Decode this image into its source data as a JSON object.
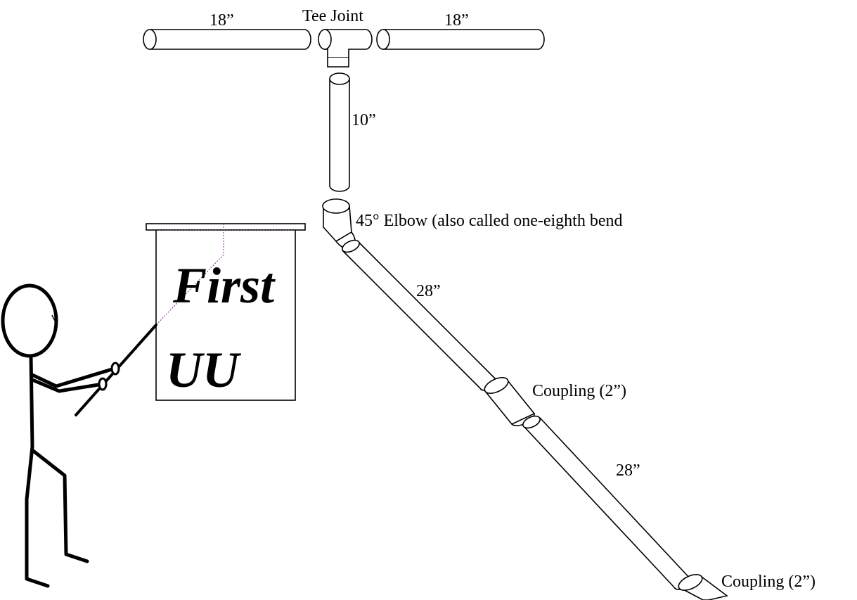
{
  "labels": {
    "top_left_length": "18”",
    "tee": "Tee Joint",
    "top_right_length": "18”",
    "vertical_length": "10”",
    "elbow": "45° Elbow (also called one-eighth bend",
    "diag_upper_length": "28”",
    "coupling_upper": "Coupling (2”)",
    "diag_lower_length": "28”",
    "coupling_lower": "Coupling (2”)"
  },
  "banner": {
    "line1": "First",
    "line2": "UU"
  }
}
